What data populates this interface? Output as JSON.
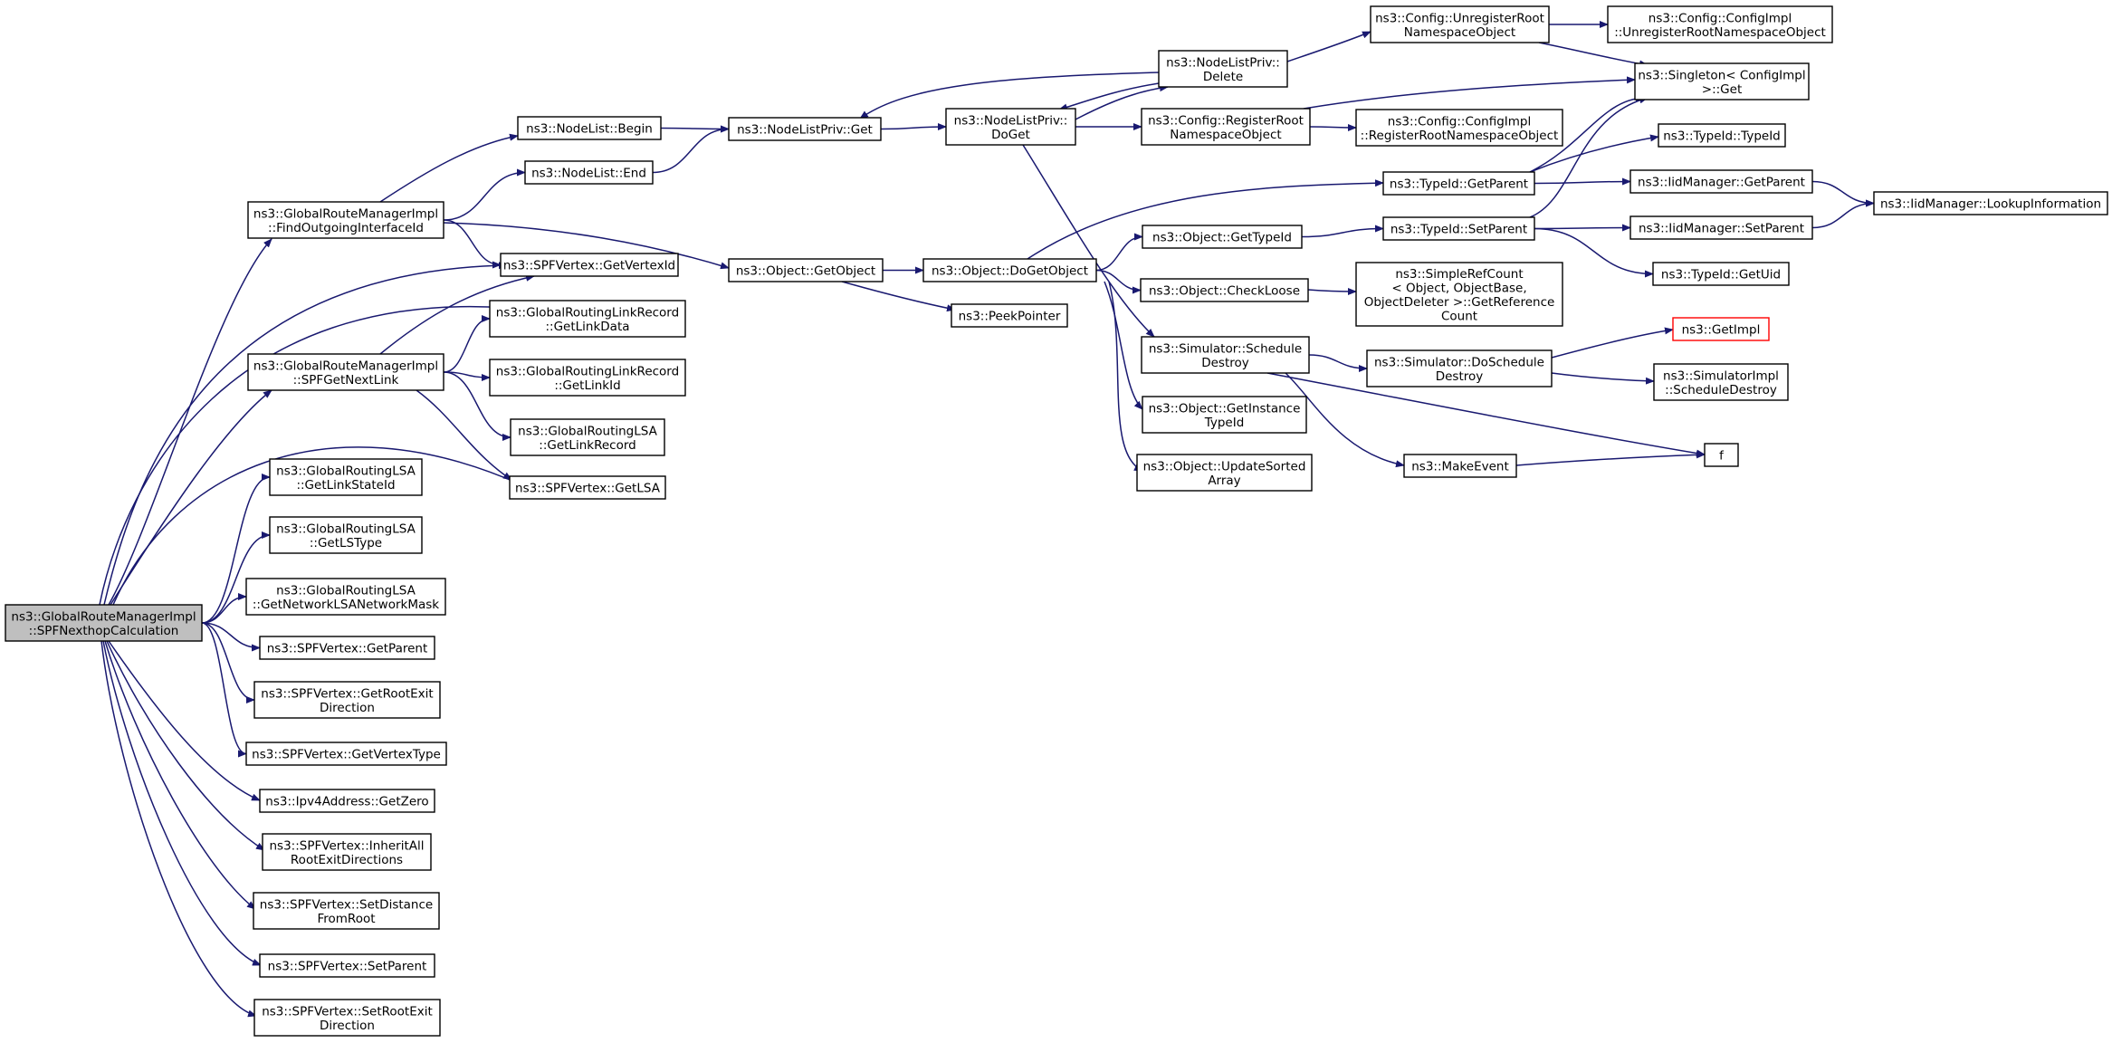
{
  "colors": {
    "edge": "#191970",
    "node_border": "#000000",
    "root_fill": "#bfbfbf",
    "missing_border": "#ff0000"
  },
  "nodes": {
    "root": [
      "ns3::GlobalRouteManagerImpl",
      "::SPFNexthopCalculation"
    ],
    "findOutIf": [
      "ns3::GlobalRouteManagerImpl",
      "::FindOutgoingInterfaceId"
    ],
    "spfNextLink": [
      "ns3::GlobalRouteManagerImpl",
      "::SPFGetNextLink"
    ],
    "lsaLinkStateId": [
      "ns3::GlobalRoutingLSA",
      "::GetLinkStateId"
    ],
    "lsaLSType": [
      "ns3::GlobalRoutingLSA",
      "::GetLSType"
    ],
    "lsaNetMask": [
      "ns3::GlobalRoutingLSA",
      "::GetNetworkLSANetworkMask"
    ],
    "vGetParent": [
      "ns3::SPFVertex::GetParent"
    ],
    "vRootExitDir": [
      "ns3::SPFVertex::GetRootExit",
      "Direction"
    ],
    "vVertexType": [
      "ns3::SPFVertex::GetVertexType"
    ],
    "ipv4Zero": [
      "ns3::Ipv4Address::GetZero"
    ],
    "vInheritAll": [
      "ns3::SPFVertex::InheritAll",
      "RootExitDirections"
    ],
    "vSetDistance": [
      "ns3::SPFVertex::SetDistance",
      "FromRoot"
    ],
    "vSetParent": [
      "ns3::SPFVertex::SetParent"
    ],
    "vSetRootExit": [
      "ns3::SPFVertex::SetRootExit",
      "Direction"
    ],
    "nlBegin": [
      "ns3::NodeList::Begin"
    ],
    "nlEnd": [
      "ns3::NodeList::End"
    ],
    "vVertexId": [
      "ns3::SPFVertex::GetVertexId"
    ],
    "lrLinkData": [
      "ns3::GlobalRoutingLinkRecord",
      "::GetLinkData"
    ],
    "lrLinkId": [
      "ns3::GlobalRoutingLinkRecord",
      "::GetLinkId"
    ],
    "lsaLinkRecord": [
      "ns3::GlobalRoutingLSA",
      "::GetLinkRecord"
    ],
    "vGetLSA": [
      "ns3::SPFVertex::GetLSA"
    ],
    "nlpGet": [
      "ns3::NodeListPriv::Get"
    ],
    "objGetObject": [
      "ns3::Object::GetObject"
    ],
    "nlpDoGet": [
      "ns3::NodeListPriv::",
      "DoGet"
    ],
    "objDoGetObject": [
      "ns3::Object::DoGetObject"
    ],
    "peekPointer": [
      "ns3::PeekPointer"
    ],
    "nlpDelete": [
      "ns3::NodeListPriv::",
      "Delete"
    ],
    "cfgRegister": [
      "ns3::Config::RegisterRoot",
      "NamespaceObject"
    ],
    "objGetTypeId": [
      "ns3::Object::GetTypeId"
    ],
    "objCheckLoose": [
      "ns3::Object::CheckLoose"
    ],
    "simSchedDestroy": [
      "ns3::Simulator::Schedule",
      "Destroy"
    ],
    "objGetInstTypeId": [
      "ns3::Object::GetInstance",
      "TypeId"
    ],
    "objUpdateSorted": [
      "ns3::Object::UpdateSorted",
      "Array"
    ],
    "cfgUnregister": [
      "ns3::Config::UnregisterRoot",
      "NamespaceObject"
    ],
    "cfgImplRegister": [
      "ns3::Config::ConfigImpl",
      "::RegisterRootNamespaceObject"
    ],
    "tidGetParent": [
      "ns3::TypeId::GetParent"
    ],
    "tidSetParent": [
      "ns3::TypeId::SetParent"
    ],
    "simpleRefCount": [
      "ns3::SimpleRefCount",
      "< Object, ObjectBase,",
      " ObjectDeleter >::GetReference",
      "Count"
    ],
    "simDoSched": [
      "ns3::Simulator::DoSchedule",
      "Destroy"
    ],
    "makeEvent": [
      "ns3::MakeEvent"
    ],
    "cfgImplUnregister": [
      "ns3::Config::ConfigImpl",
      "::UnregisterRootNamespaceObject"
    ],
    "singletonGet": [
      "ns3::Singleton< ConfigImpl",
      " >::Get"
    ],
    "tidTypeId": [
      "ns3::TypeId::TypeId"
    ],
    "iidGetParent": [
      "ns3::IidManager::GetParent"
    ],
    "iidSetParent": [
      "ns3::IidManager::SetParent"
    ],
    "tidGetUid": [
      "ns3::TypeId::GetUid"
    ],
    "getImpl": [
      "ns3::GetImpl"
    ],
    "simImplSched": [
      "ns3::SimulatorImpl",
      "::ScheduleDestroy"
    ],
    "f": [
      "f"
    ],
    "iidLookup": [
      "ns3::IidManager::LookupInformation"
    ]
  }
}
